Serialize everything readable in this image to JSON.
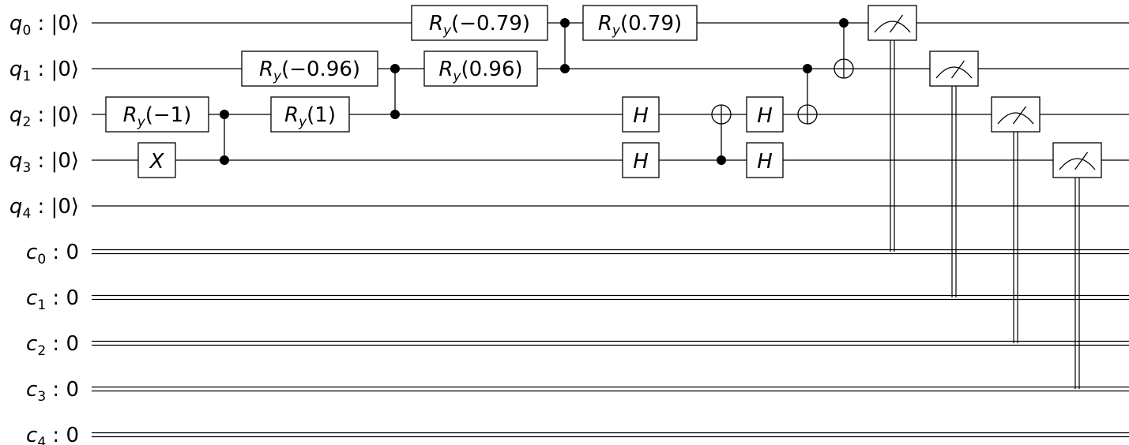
{
  "qubits": [
    {
      "name": "q",
      "index": "0",
      "init": "|0⟩"
    },
    {
      "name": "q",
      "index": "1",
      "init": "|0⟩"
    },
    {
      "name": "q",
      "index": "2",
      "init": "|0⟩"
    },
    {
      "name": "q",
      "index": "3",
      "init": "|0⟩"
    },
    {
      "name": "q",
      "index": "4",
      "init": "|0⟩"
    }
  ],
  "clbits": [
    {
      "name": "c",
      "index": "0",
      "init": "0"
    },
    {
      "name": "c",
      "index": "1",
      "init": "0"
    },
    {
      "name": "c",
      "index": "2",
      "init": "0"
    },
    {
      "name": "c",
      "index": "3",
      "init": "0"
    },
    {
      "name": "c",
      "index": "4",
      "init": "0"
    }
  ],
  "gates": [
    {
      "id": "ry-q2-a",
      "kind": "ry",
      "qubit": 2,
      "param": "(−1)"
    },
    {
      "id": "x-q3",
      "kind": "x",
      "qubit": 3,
      "label": "X"
    },
    {
      "id": "cz-q2-q3-a",
      "kind": "cz",
      "qubits": [
        2,
        3
      ]
    },
    {
      "id": "ry-q1-a",
      "kind": "ry",
      "qubit": 1,
      "param": "(−0.96)"
    },
    {
      "id": "ry-q2-b",
      "kind": "ry",
      "qubit": 2,
      "param": "(1)"
    },
    {
      "id": "cz-q1-q2",
      "kind": "cz",
      "qubits": [
        1,
        2
      ]
    },
    {
      "id": "ry-q0-a",
      "kind": "ry",
      "qubit": 0,
      "param": "(−0.79)"
    },
    {
      "id": "ry-q1-b",
      "kind": "ry",
      "qubit": 1,
      "param": "(0.96)"
    },
    {
      "id": "cz-q0-q1",
      "kind": "cz",
      "qubits": [
        0,
        1
      ]
    },
    {
      "id": "ry-q0-b",
      "kind": "ry",
      "qubit": 0,
      "param": "(0.79)"
    },
    {
      "id": "h-q2-a",
      "kind": "h",
      "qubit": 2,
      "label": "H"
    },
    {
      "id": "h-q3-a",
      "kind": "h",
      "qubit": 3,
      "label": "H"
    },
    {
      "id": "cx-q3-q2",
      "kind": "cx",
      "control": 3,
      "target": 2
    },
    {
      "id": "h-q2-b",
      "kind": "h",
      "qubit": 2,
      "label": "H"
    },
    {
      "id": "h-q3-b",
      "kind": "h",
      "qubit": 3,
      "label": "H"
    },
    {
      "id": "cx-q1-q2",
      "kind": "cx",
      "control": 1,
      "target": 2
    },
    {
      "id": "cx-q0-q1",
      "kind": "cx",
      "control": 0,
      "target": 1
    },
    {
      "id": "measure-q0",
      "kind": "measure",
      "qubit": 0,
      "clbit": 0
    },
    {
      "id": "measure-q1",
      "kind": "measure",
      "qubit": 1,
      "clbit": 1
    },
    {
      "id": "measure-q2",
      "kind": "measure",
      "qubit": 2,
      "clbit": 2
    },
    {
      "id": "measure-q3",
      "kind": "measure",
      "qubit": 3,
      "clbit": 3
    }
  ],
  "ry_label": {
    "base": "R",
    "sub": "y"
  }
}
